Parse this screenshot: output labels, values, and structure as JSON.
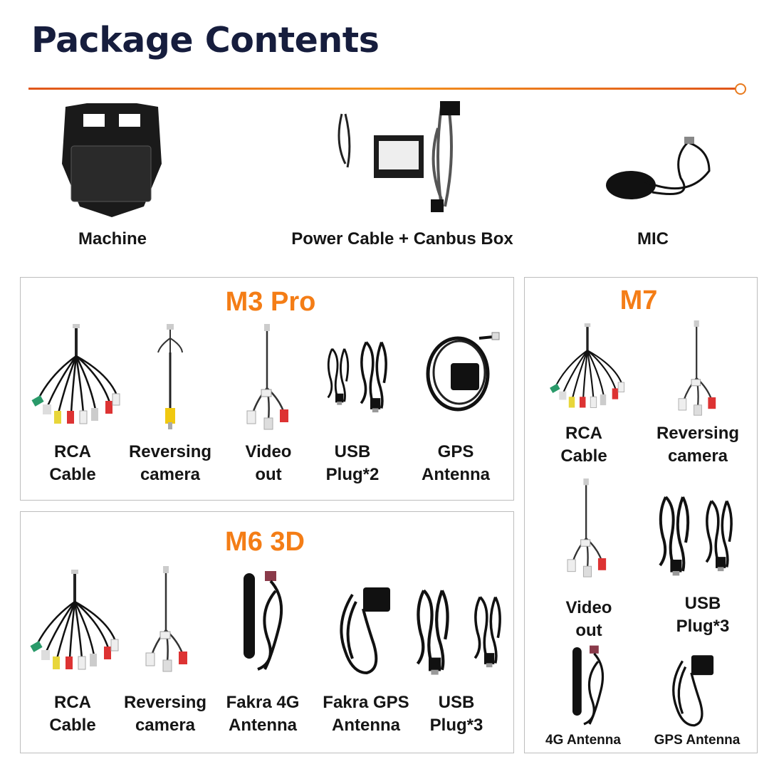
{
  "header": {
    "title": "Package Contents"
  },
  "colors": {
    "title": "#161d3d",
    "accent": "#f47d16",
    "rule": "#e8671c"
  },
  "top_items": [
    {
      "label": "Machine",
      "icon": "car-stereo-unit-icon"
    },
    {
      "label": "Power Cable + Canbus Box",
      "icon": "power-cable-canbus-icon"
    },
    {
      "label": "MIC",
      "icon": "microphone-icon"
    }
  ],
  "m3pro": {
    "title": "M3 Pro",
    "items": [
      {
        "line1": "RCA",
        "line2": "Cable"
      },
      {
        "line1": "Reversing",
        "line2": "camera"
      },
      {
        "line1": "Video",
        "line2": "out"
      },
      {
        "line1": "USB",
        "line2": "Plug*2"
      },
      {
        "line1": "GPS",
        "line2": "Antenna"
      }
    ]
  },
  "m6": {
    "title": "M6 3D",
    "items": [
      {
        "line1": "RCA",
        "line2": "Cable"
      },
      {
        "line1": "Reversing",
        "line2": "camera"
      },
      {
        "line1": "Fakra 4G",
        "line2": "Antenna"
      },
      {
        "line1": "Fakra GPS",
        "line2": "Antenna"
      },
      {
        "line1": "USB",
        "line2": "Plug*3"
      }
    ]
  },
  "m7": {
    "title": "M7",
    "items": [
      {
        "line1": "RCA",
        "line2": "Cable"
      },
      {
        "line1": "Reversing",
        "line2": "camera"
      },
      {
        "line1": "Video",
        "line2": "out"
      },
      {
        "line1": "USB",
        "line2": "Plug*3"
      },
      {
        "line1": "4G Antenna"
      },
      {
        "line1": "GPS Antenna"
      }
    ]
  }
}
